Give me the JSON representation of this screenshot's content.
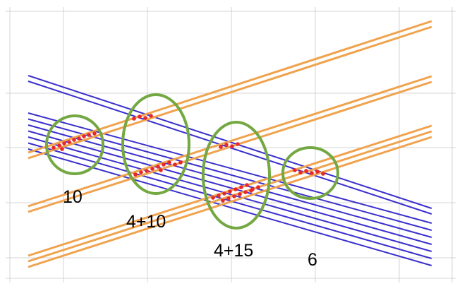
{
  "colors": {
    "background": "#ffffff",
    "grid": "#d4d4d4",
    "blue_lines": "#3a30cc",
    "orange_lines": "#f0a34e",
    "hit_points": "#e8262c",
    "group_circles": "#74a842",
    "text": "#000000"
  },
  "groups": [
    {
      "label": "10",
      "hits": 10
    },
    {
      "label": "4+10",
      "hits_upper": 4,
      "hits_lower": 10
    },
    {
      "label": "4+15",
      "hits_upper": 4,
      "hits_lower": 15
    },
    {
      "label": "6",
      "hits": 6
    }
  ]
}
